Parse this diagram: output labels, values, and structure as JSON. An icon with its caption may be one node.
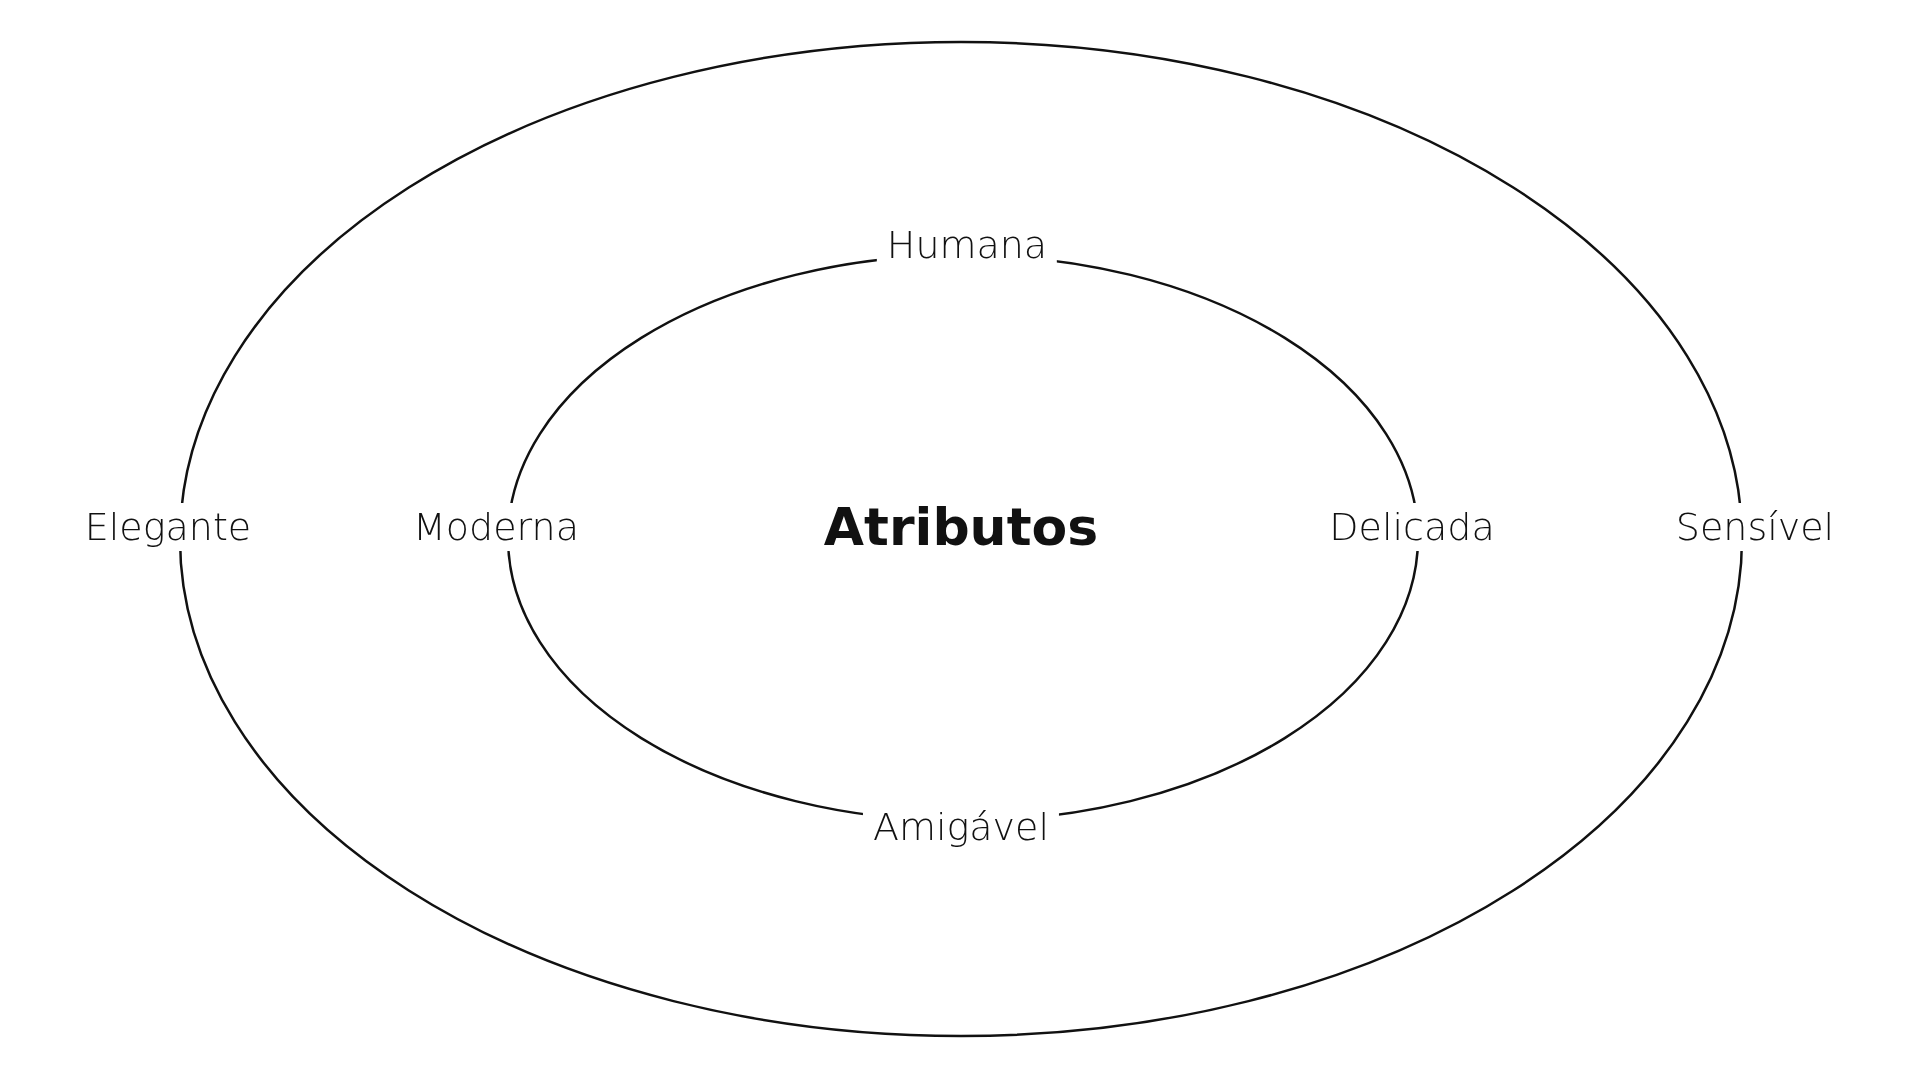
{
  "diagram": {
    "nodes": [
      {
        "text": [
          "Elegante",
          "Sensível"
        ]
      },
      {
        "text": [
          "Humana",
          "Moderna",
          "Atributos",
          "Delicada",
          "Amigável"
        ],
        "in": 0
      }
    ]
  }
}
